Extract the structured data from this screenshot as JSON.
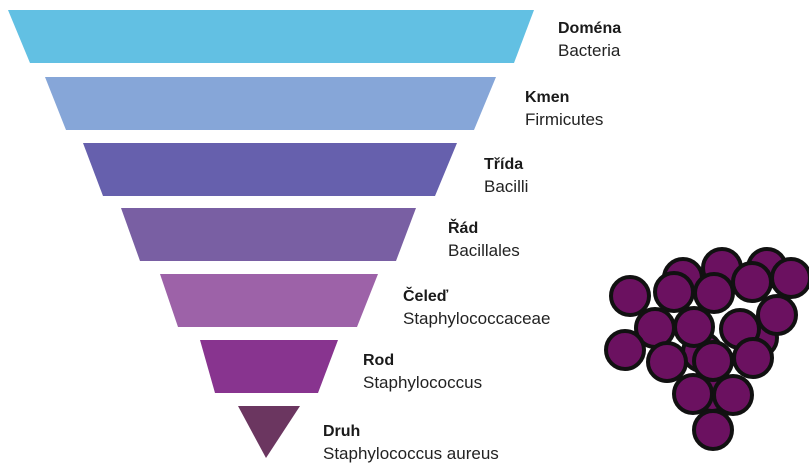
{
  "colors": {
    "tier_fills": [
      "#62c0e3",
      "#86a6d8",
      "#6660ad",
      "#795fa3",
      "#9d62a8",
      "#88348f",
      "#6b3660"
    ],
    "cell_fill": "#6b1160",
    "cell_outline": "#111111"
  },
  "illustration": {
    "icon": "staphylococcus-cluster-icon",
    "cell_count": 22
  },
  "tiers": [
    {
      "rank": "Doména",
      "taxon": "Bacteria"
    },
    {
      "rank": "Kmen",
      "taxon": "Firmicutes"
    },
    {
      "rank": "Třída",
      "taxon": "Bacilli"
    },
    {
      "rank": "Řád",
      "taxon": "Bacillales"
    },
    {
      "rank": "Čeleď",
      "taxon": "Staphylococcaceae"
    },
    {
      "rank": "Rod",
      "taxon": "Staphylococcus"
    },
    {
      "rank": "Druh",
      "taxon": "Staphylococcus aureus"
    }
  ]
}
